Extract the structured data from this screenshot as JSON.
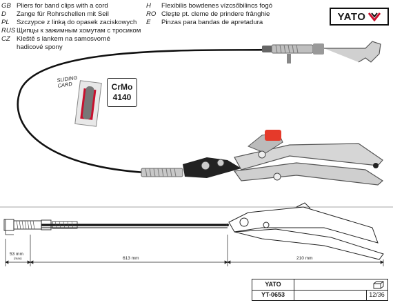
{
  "descriptions_left": [
    {
      "code": "GB",
      "text": "Pliers for band clips with a cord"
    },
    {
      "code": "D",
      "text": "Zange für Rohrschellen mit Seil"
    },
    {
      "code": "PL",
      "text": "Szczypce z linką do opasek zaciskowych"
    },
    {
      "code": "RUS",
      "text": "Щипцы к зажимным хомутам с тросиком"
    },
    {
      "code": "CZ",
      "text": "Kleště s lankem na samosvorné"
    },
    {
      "code": "",
      "text": "hadicové spony"
    }
  ],
  "descriptions_right": [
    {
      "code": "H",
      "text": "Flexibilis bowdenes vízcsőbilincs fogó"
    },
    {
      "code": "RO",
      "text": "Cleşte pt. cleme de prindere frânghie"
    },
    {
      "code": "E",
      "text": "Pinzas para bandas de apretadura"
    }
  ],
  "logo": {
    "text": "YATO",
    "accent_color": "#c8102e"
  },
  "badge": {
    "line1": "CrMo",
    "line2": "4140"
  },
  "card_label": {
    "line1": "SLIDING",
    "line2": "CARD"
  },
  "dimensions": {
    "d1": "53 mm",
    "d1_note": "(max)",
    "d2": "613 mm",
    "d3": "210 mm"
  },
  "title_block": {
    "brand": "YATO",
    "code": "YT-0653",
    "quantity": "12/36"
  }
}
